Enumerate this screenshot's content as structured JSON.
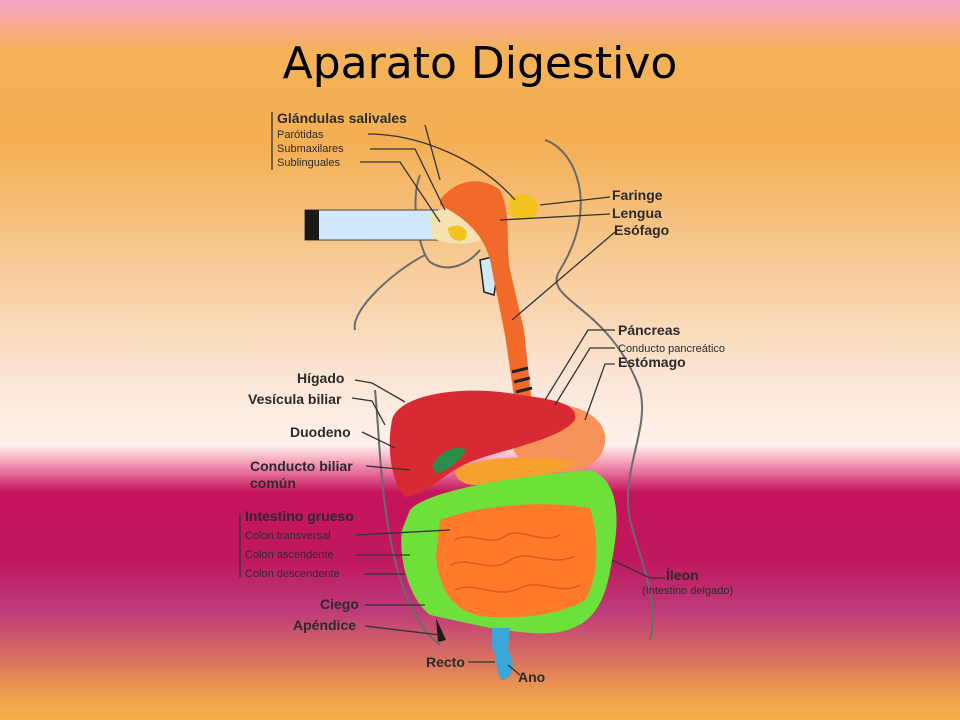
{
  "slide": {
    "title": "Aparato Digestivo"
  },
  "diagram": {
    "labels": {
      "glandulas_salivales": "Glándulas salivales",
      "parotidas": "Parótidas",
      "submaxilares": "Submaxilares",
      "sublinguales": "Sublinguales",
      "faringe": "Faringe",
      "lengua": "Lengua",
      "esofago": "Esófago",
      "pancreas": "Páncreas",
      "conducto_pancreatico": "Conducto pancreático",
      "estomago": "Estómago",
      "higado": "Hígado",
      "vesicula_biliar": "Vesícula biliar",
      "duodeno": "Duodeno",
      "conducto_biliar_1": "Conducto biliar",
      "conducto_biliar_2": "común",
      "intestino_grueso": "Intestino grueso",
      "colon_transversal": "Colon transversal",
      "colon_ascendente": "Colon ascendente",
      "colon_descendente": "Colon descendente",
      "ileon": "Íleon",
      "ileon_sub": "(Intestino delgado)",
      "ciego": "Ciego",
      "apendice": "Apéndice",
      "recto": "Recto",
      "ano": "Ano"
    },
    "colors": {
      "liver": "#d72a32",
      "colon": "#6ee03a",
      "small_intestine": "#ff7a2a",
      "esophagus": "#f26a2a",
      "rectum": "#3aa7d6"
    }
  }
}
